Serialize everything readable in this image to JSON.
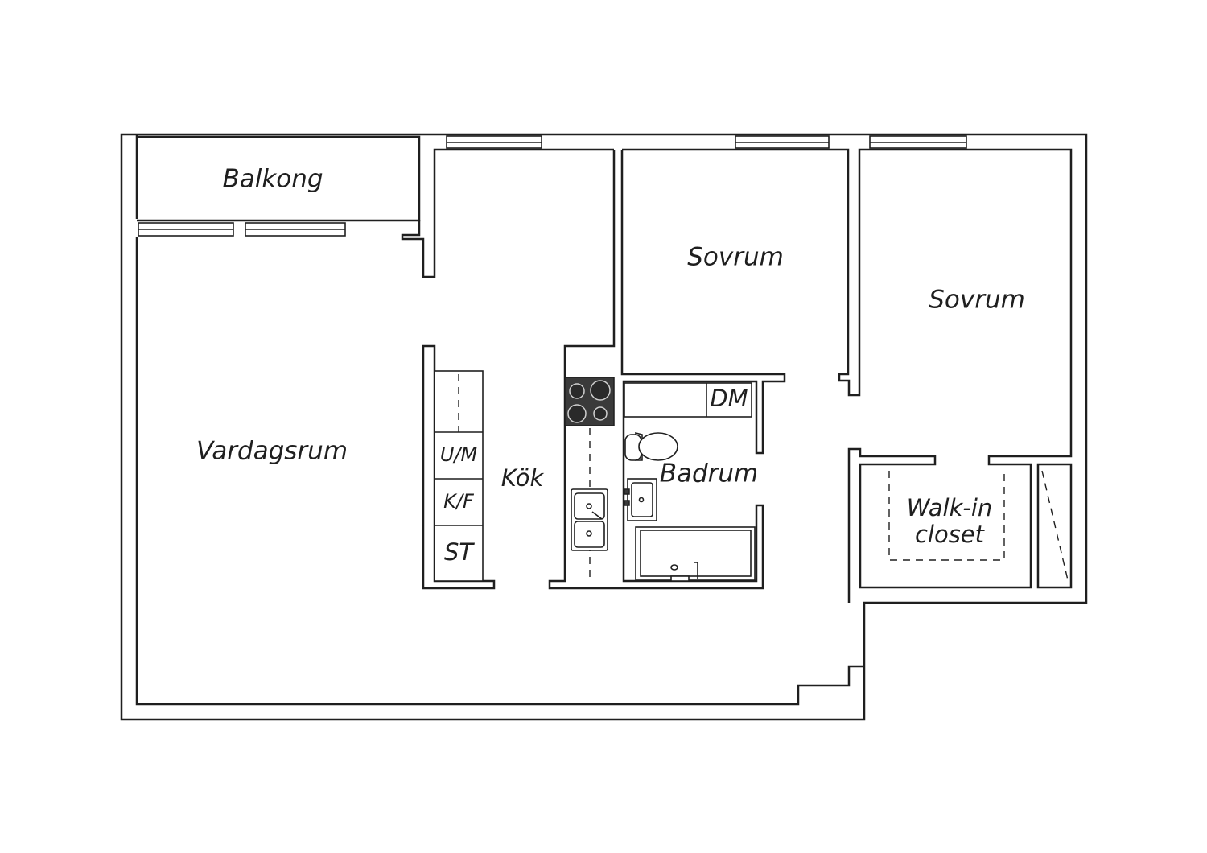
{
  "rooms": {
    "balcony": "Balkong",
    "living_room": "Vardagsrum",
    "kitchen": "Kök",
    "bedroom_1": "Sovrum",
    "bedroom_2": "Sovrum",
    "bathroom": "Badrum",
    "walk_in_closet_line1": "Walk-in",
    "walk_in_closet_line2": "closet"
  },
  "appliances": {
    "microwave": "U/M",
    "fridge_freezer": "K/F",
    "storage": "ST",
    "washer": "DM"
  },
  "colors": {
    "line": "#1f1f1f",
    "background": "#ffffff",
    "stove_top": "#3a3a3a"
  }
}
